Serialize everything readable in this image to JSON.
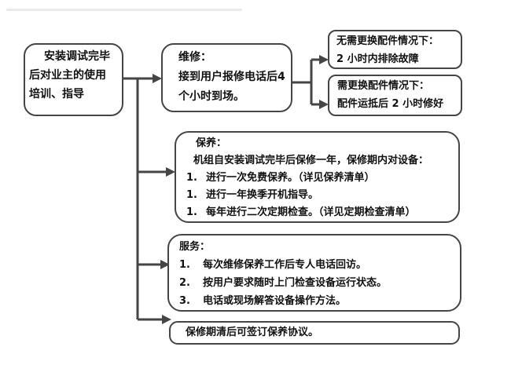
{
  "colors": {
    "line": "#454545",
    "text": "#111111",
    "background": "#ffffff"
  },
  "nodes": {
    "training": {
      "lines": [
        "安装调试完毕",
        "后对业主的使用",
        "培训、指导"
      ]
    },
    "repair": {
      "lines": [
        "维修：",
        "接到用户报修电话后4",
        "个小时到场。"
      ]
    },
    "no_parts": {
      "lines": [
        "无需更换配件情况下：",
        "2 小时内排除故障"
      ]
    },
    "parts": {
      "lines": [
        "需更换配件情况下：",
        "配件运抵后 2 小时修好"
      ]
    },
    "maintenance": {
      "title": "保养：",
      "intro": "机组自安装调试完毕后保修一年，保修期内对设备：",
      "items": [
        {
          "num": "1.",
          "text": "进行一次免费保养。（详见保养清单）"
        },
        {
          "num": "1.",
          "text": "进行一年换季开机指导。"
        },
        {
          "num": "1.",
          "text": "每年进行二次定期检查。（详见定期检查清单）"
        }
      ]
    },
    "service": {
      "title": "服务：",
      "items": [
        {
          "num": "1.",
          "text": "每次维修保养工作后专人电话回访。"
        },
        {
          "num": "2.",
          "text": "按用户要求随时上门检查设备运行状态。"
        },
        {
          "num": "3.",
          "text": "电话或现场解答设备操作方法。"
        }
      ]
    },
    "agreement": {
      "text": "保修期清后可签订保养协议。"
    }
  }
}
